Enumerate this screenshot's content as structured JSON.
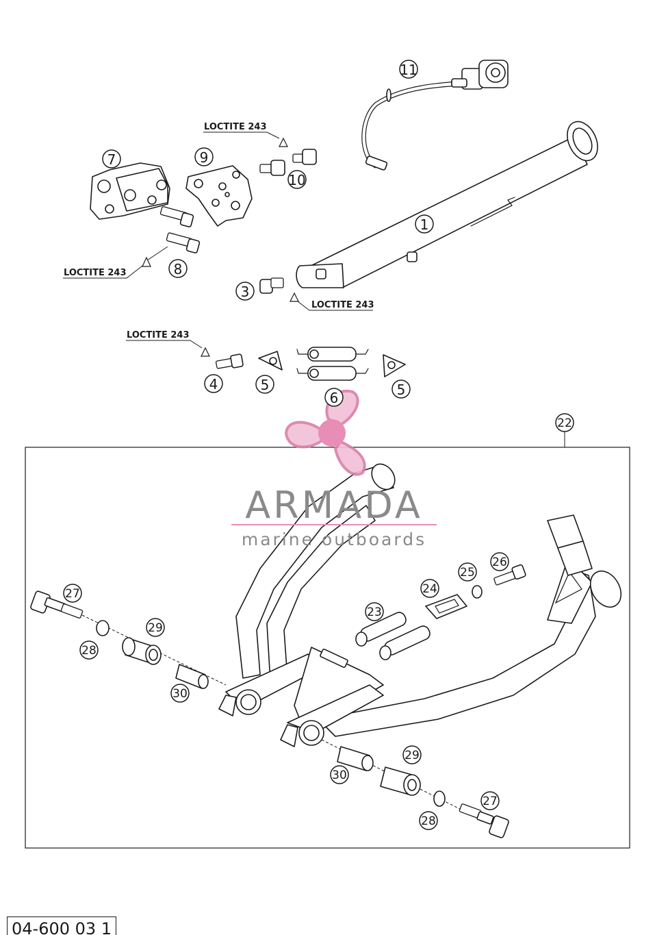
{
  "diagram": {
    "reference_code": "04-600 03 1",
    "note_label": "LOCTITE 243",
    "callouts": [
      "1",
      "3",
      "4",
      "5",
      "6",
      "7",
      "8",
      "9",
      "10",
      "11",
      "22",
      "23",
      "24",
      "25",
      "26",
      "27",
      "28",
      "29",
      "30"
    ]
  },
  "watermark": {
    "brand": "ARMADA",
    "tagline": "marine outboards",
    "accent_color": "#e88db6",
    "text_color": "#8a8a8a"
  }
}
